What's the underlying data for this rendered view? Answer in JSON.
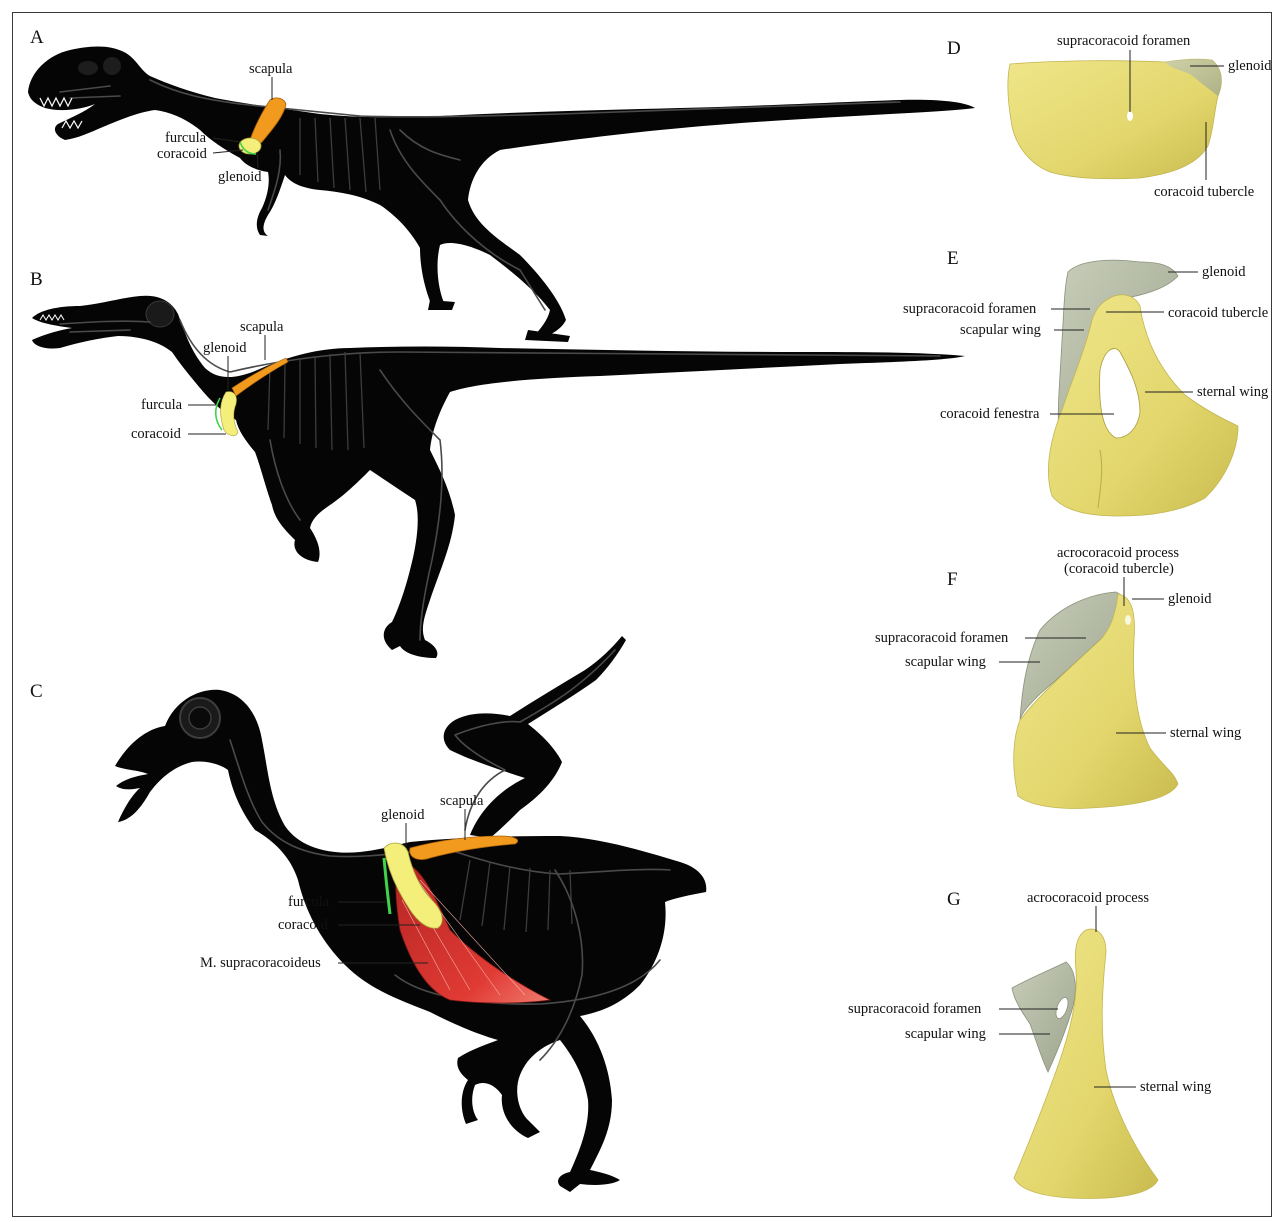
{
  "panels": {
    "A": {
      "letter": "A",
      "labels": {
        "scapula": "scapula",
        "furcula": "furcula",
        "coracoid": "coracoid",
        "glenoid": "glenoid"
      }
    },
    "B": {
      "letter": "B",
      "labels": {
        "scapula": "scapula",
        "glenoid": "glenoid",
        "furcula": "furcula",
        "coracoid": "coracoid"
      }
    },
    "C": {
      "letter": "C",
      "labels": {
        "glenoid": "glenoid",
        "scapula": "scapula",
        "furcula": "furcula",
        "coracoid": "coracoid",
        "muscle": "M. supracoracoideus"
      }
    },
    "D": {
      "letter": "D",
      "labels": {
        "foramen": "supracoracoid foramen",
        "glenoid": "glenoid",
        "tubercle": "coracoid tubercle"
      }
    },
    "E": {
      "letter": "E",
      "labels": {
        "glenoid": "glenoid",
        "foramen": "supracoracoid foramen",
        "tubercle": "coracoid tubercle",
        "scapular_wing": "scapular wing",
        "sternal_wing": "sternal wing",
        "fenestra": "coracoid fenestra"
      }
    },
    "F": {
      "letter": "F",
      "labels": {
        "acro_line1": "acrocoracoid process",
        "acro_line2": "(coracoid tubercle)",
        "glenoid": "glenoid",
        "foramen": "supracoracoid foramen",
        "scapular_wing": "scapular wing",
        "sternal_wing": "sternal wing"
      }
    },
    "G": {
      "letter": "G",
      "labels": {
        "acro": "acrocoracoid process",
        "foramen": "supracoracoid foramen",
        "scapular_wing": "scapular wing",
        "sternal_wing": "sternal wing"
      }
    }
  },
  "colors": {
    "silhouette": "#050505",
    "scapula": "#f29a1d",
    "coracoid": "#f3ef7a",
    "furcula": "#3fd44a",
    "muscle": "#d8312e",
    "bone_yellow": "#e8de78",
    "bone_grey": "#b8bfa8"
  }
}
